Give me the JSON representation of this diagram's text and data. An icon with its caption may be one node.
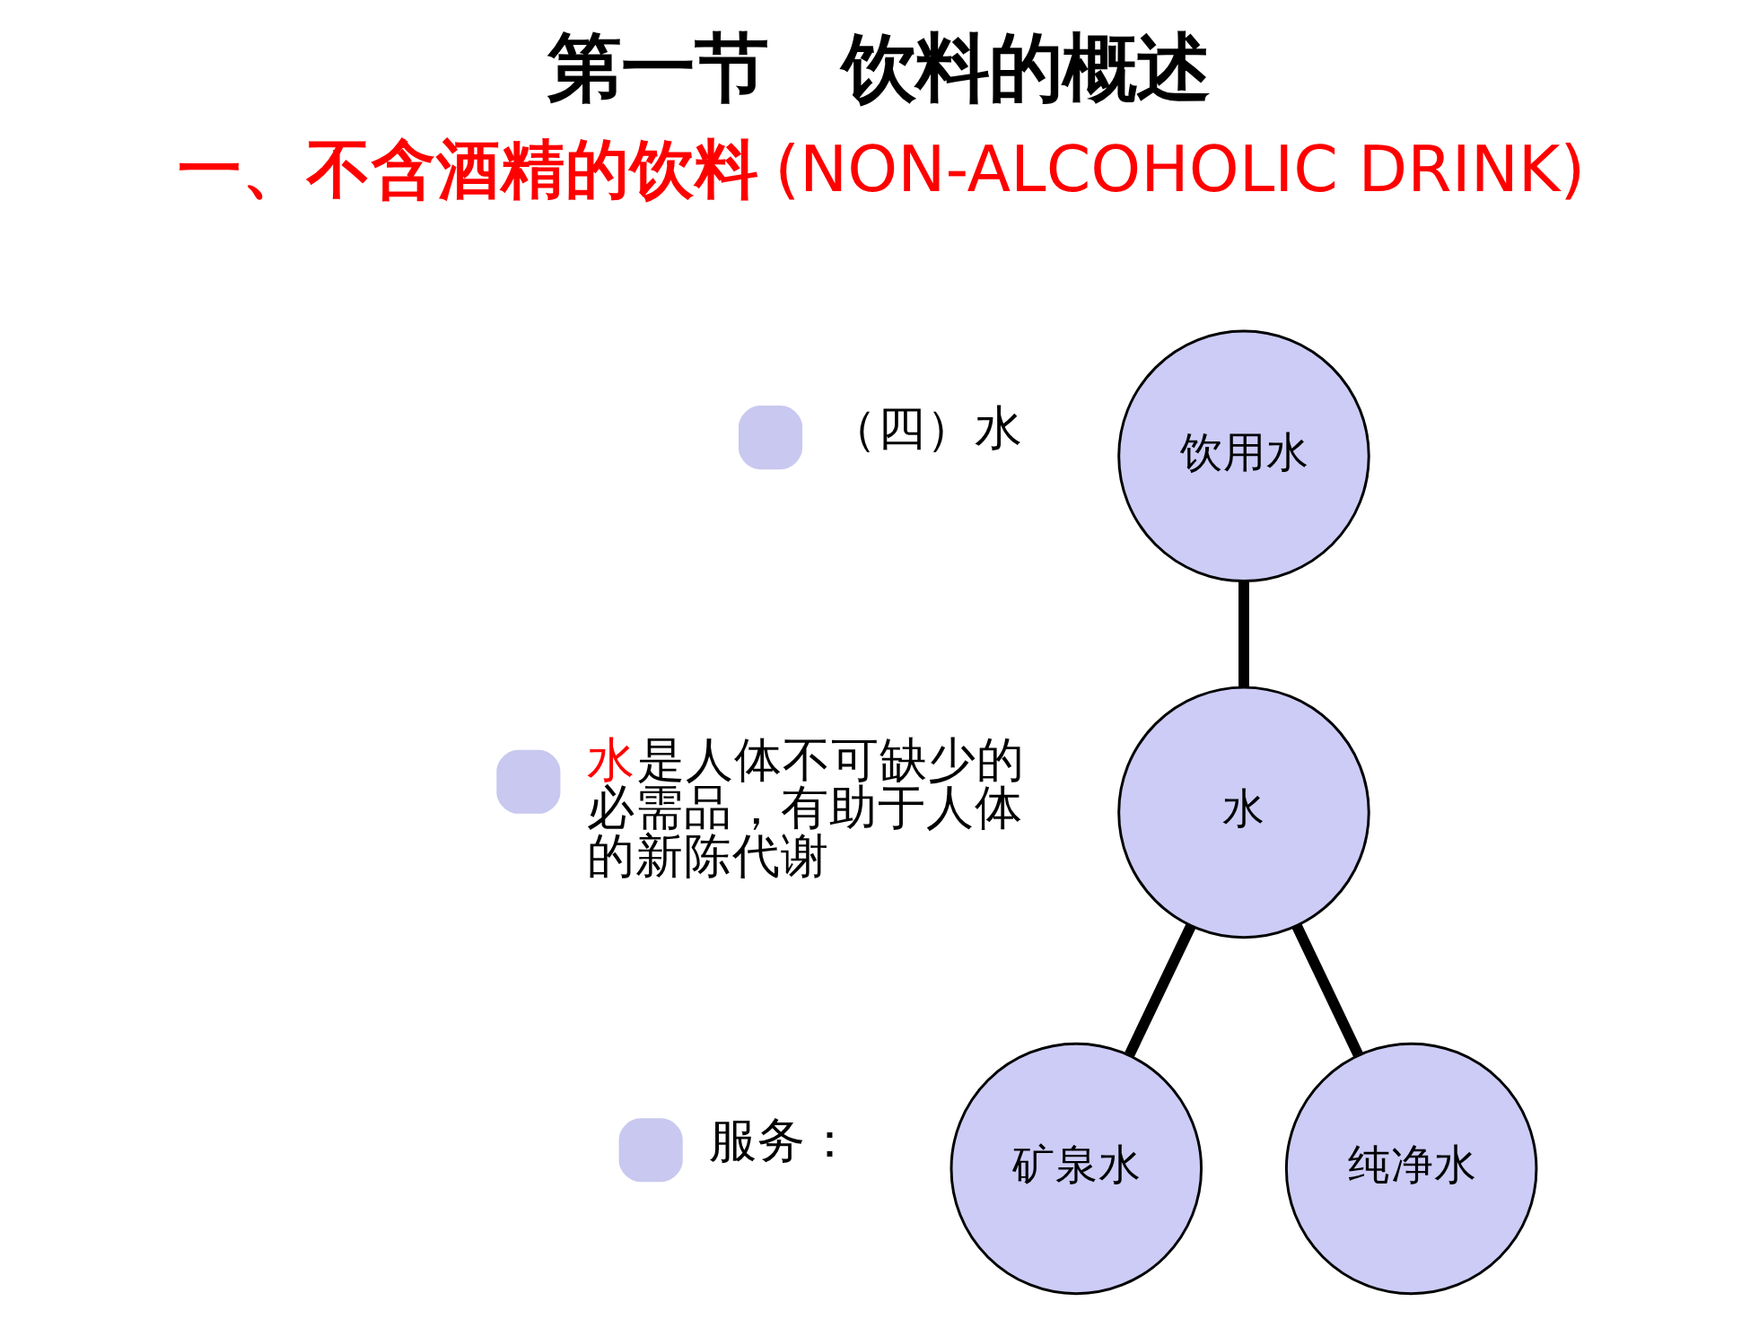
{
  "diagram": {
    "title": "第一节　饮料的概述",
    "nodes": [
      {
        "text": [
          "饮用水"
        ]
      },
      {
        "text": [
          "水"
        ]
      },
      {
        "text": [
          "矿泉水"
        ]
      },
      {
        "text": [
          "纯净水"
        ]
      }
    ],
    "edges": [
      {
        "from": 0,
        "to": 1,
        "arrow": "none"
      },
      {
        "from": 1,
        "to": 2,
        "arrow": "none"
      },
      {
        "from": 1,
        "to": 3,
        "arrow": "none"
      }
    ],
    "labels": [
      "**一、不含酒精的饮料** (NON-ALCOHOLIC DRINK)",
      "（四）水",
      "水是人体不可缺少的必需品，有助于人体的新陈代谢",
      "服务："
    ]
  }
}
